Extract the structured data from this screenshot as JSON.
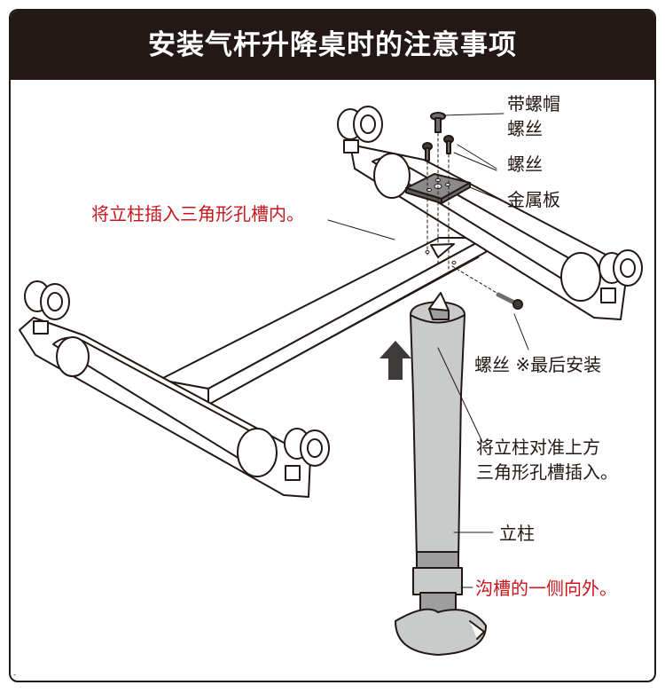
{
  "title": "安装气杆升降桌时的注意事项",
  "labels": {
    "cap_screw": "带螺帽\n螺丝",
    "screws": "螺丝",
    "metal_plate": "金属板",
    "insert_column": "将立柱插入三角形孔槽内。",
    "screw_last": "螺丝 ※最后安装",
    "align_column": "将立柱对准上方\n三角形孔槽插入。",
    "column": "立柱",
    "groove_out": "沟槽的一侧向外。",
    "corner_mark": "-"
  },
  "colors": {
    "header_bg": "#231815",
    "header_text": "#ffffff",
    "label_text": "#231815",
    "warning_text": "#c8161d",
    "line": "#231815",
    "part_fill": "#ffffff",
    "column_fill": "#c9caca",
    "plate_fill": "#8a8a8a",
    "arrow_fill": "#3e3a39"
  },
  "icons": {
    "up_arrow": "up-arrow-icon"
  }
}
